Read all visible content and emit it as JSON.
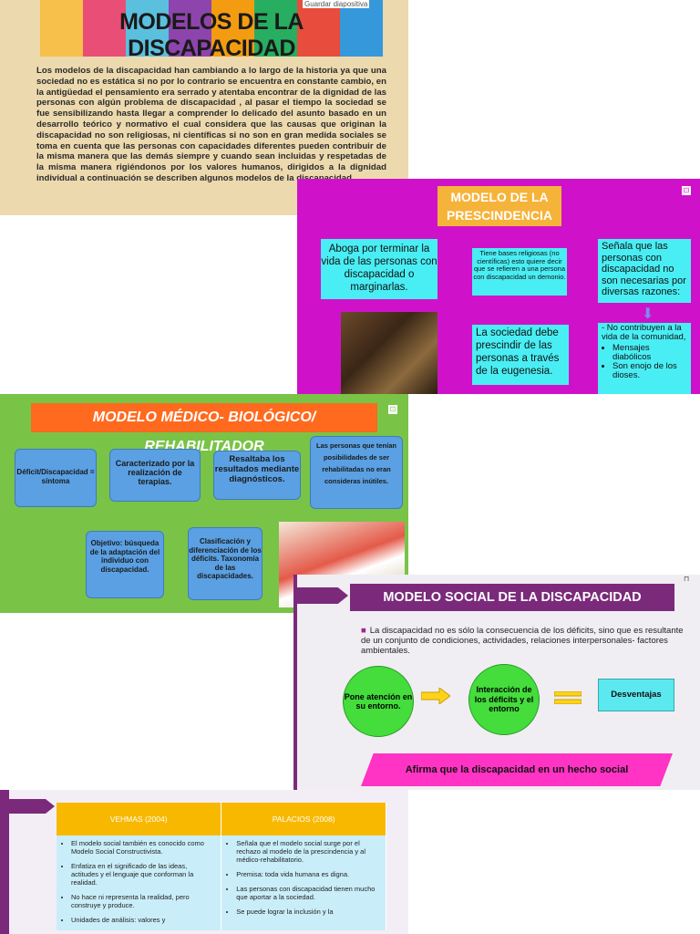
{
  "slide1": {
    "title": "MODELOS DE LA DISCAPACIDAD",
    "pin_label": "Guardar diapositiva",
    "body": "Los modelos de la discapacidad han cambiando a lo largo de la historia ya que una sociedad no es estática si no por lo contrario se encuentra en constante cambio, en la antigüedad el pensamiento era serrado y atentaba encontrar de la dignidad de las personas con algún problema de discapacidad , al pasar el tiempo la sociedad se fue sensibilizando hasta llegar a comprender lo delicado del asunto basado en un desarrollo teórico y normativo el cual considera que las causas que originan la discapacidad no son religiosas, ni científicas si no son en gran medida sociales se toma en cuenta que las personas con capacidades diferentes pueden contribuir de la misma manera que las demás siempre y cuando sean incluidas y respetadas de la misma manera rigiéndonos por los valores humanos, dirigidos a la dignidad individual a continuación se describen algunos modelos de la discapacidad.",
    "banner_colors": [
      "#f6c04a",
      "#e94e77",
      "#5bc0de",
      "#8e44ad",
      "#f39c12",
      "#27ae60",
      "#e74c3c",
      "#3498db"
    ]
  },
  "slide2": {
    "title": "MODELO DE LA PRESCINDENCIA",
    "box1": "Aboga por terminar la vida de las personas con discapacidad o marginarlas.",
    "box2": "Tiene bases religiosas (no científicas) esto quiere decir que se refieren a una persona con discapacidad un demonio.",
    "box3": "Señala que las personas con discapacidad no son necesarias por diversas razones:",
    "box4": "La sociedad debe prescindir de las personas a través de la eugenesia.",
    "box5_lead": "- No contribuyen a la vida de la comunidad,",
    "box5_items": [
      "Mensajes diabólicos",
      "Son enojo de los dioses."
    ]
  },
  "slide3": {
    "title": "MODELO MÉDICO- BIOLÓGICO/ REHABILITADOR",
    "c1": "Déficit/Discapacidad = síntoma",
    "c2": "Caracterizado por la realización de terapias.",
    "c3": "Resaltaba los resultados mediante diagnósticos.",
    "c4": "Las personas que tenían posibilidades de ser rehabilitadas no eran consideras inútiles.",
    "c5": "Objetivo: búsqueda de la adaptación del individuo con discapacidad.",
    "c6": "Clasificación y diferenciación de los déficits. Taxonomía de las discapacidades."
  },
  "slide4": {
    "title": "MODELO SOCIAL DE LA DISCAPACIDAD",
    "bullet": "La discapacidad no es sólo la consecuencia de los déficits, sino que es resultante de un conjunto de condiciones, actividades, relaciones interpersonales- factores ambientales.",
    "circle1": "Pone atención en su entorno.",
    "circle2": "Interacción de los déficits y el entorno",
    "result": "Desventajas",
    "banner": "Afirma que la discapacidad en un hecho social"
  },
  "slide5": {
    "col1": "VEHMAS (2004)",
    "col2": "PALACIOS (2008)",
    "left_items": [
      "El modelo social también es conocido como Modelo Social Constructivista.",
      "Enfatiza en el significado de las ideas, actitudes y el lenguaje que conforman la realidad.",
      "No hace ni representa la realidad, pero construye y produce.",
      "Unidades de análisis: valores y"
    ],
    "right_items": [
      "Señala que el modelo social surge por el rechazo al modelo de la prescindencia y al médico-rehabilitatorio.",
      "Premisa: toda vida humana es digna.",
      "Las personas con discapacidad tienen mucho que aportar a la sociedad.",
      "Se puede lograr la inclusión y la"
    ]
  }
}
